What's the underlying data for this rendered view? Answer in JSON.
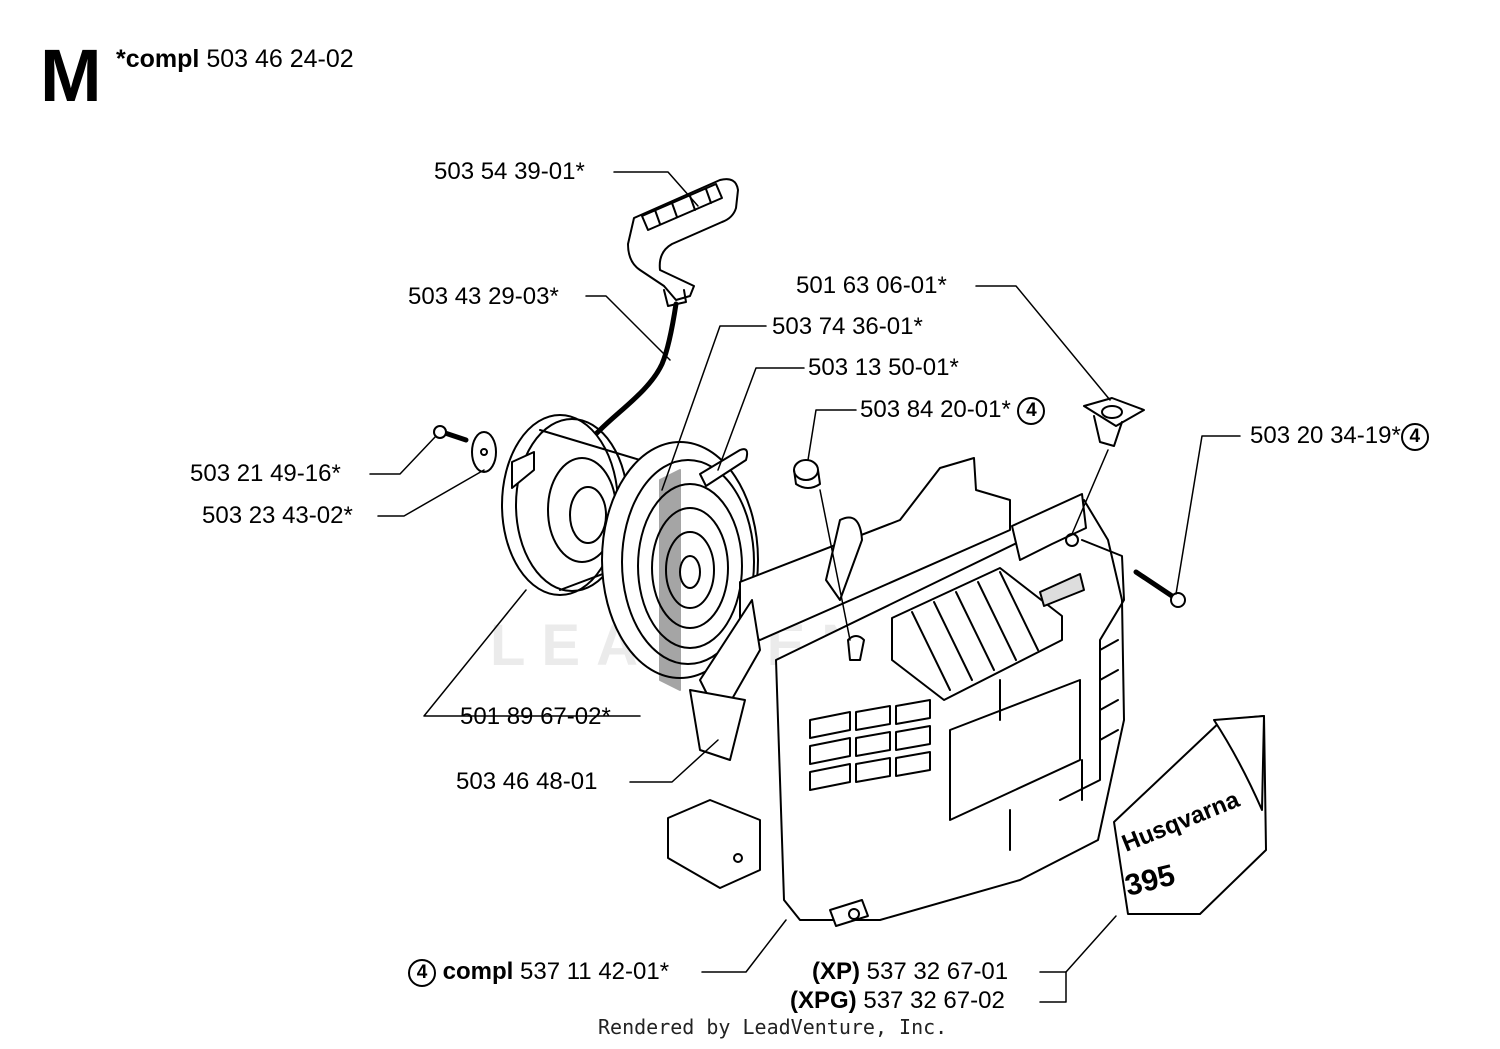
{
  "header": {
    "section_letter": "M",
    "compl_label": "*compl",
    "compl_part": "503 46 24-02"
  },
  "watermark": "LEADVENTURE",
  "parts": {
    "handle": "503 54 39-01*",
    "rope": "503 43 29-03*",
    "spring": "503 74 36-01*",
    "pawl": "503 13 50-01*",
    "bushing": "503 84 20-01*",
    "bushing_ref": "4",
    "guide": "501 63 06-01*",
    "screw_right": "503 20 34-19*",
    "screw_right_ref": "4",
    "screw_left": "503 21 49-16*",
    "washer": "503 23 43-02*",
    "pulley": "501 89 67-02*",
    "fan_cover": "503 46 48-01",
    "cover_ref": "4",
    "cover_compl": "compl",
    "cover_part": "537 11 42-01*",
    "decal_xp_variant": "(XP)",
    "decal_xp_part": "537 32 67-01",
    "decal_xpg_variant": "(XPG)",
    "decal_xpg_part": "537 32 67-02"
  },
  "decal": {
    "brand": "Husqvarna",
    "model": "395"
  },
  "footer": {
    "credit": "Rendered by LeadVenture, Inc."
  }
}
